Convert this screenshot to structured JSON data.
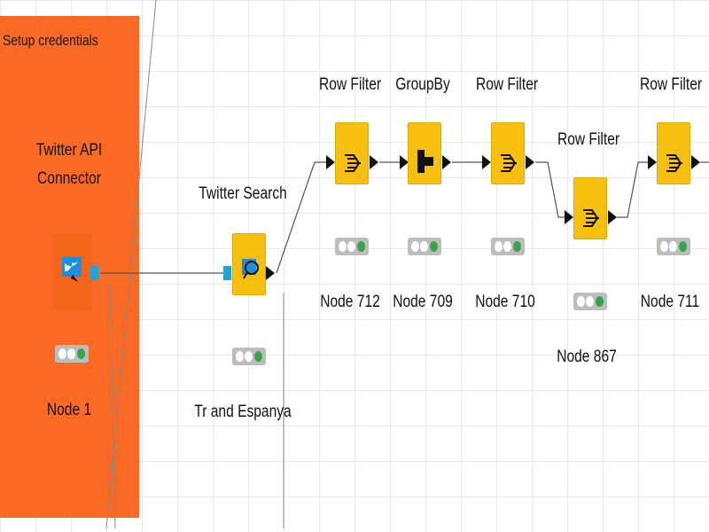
{
  "annotation": {
    "label": "Setup credentials",
    "color": "#fb6a24"
  },
  "nodes": [
    {
      "id": "twitter-api",
      "title": "Twitter API\nConnector",
      "label": "Node 1",
      "icon": "twitter-bird-icon",
      "status": "green"
    },
    {
      "id": "twitter-search",
      "title": "Twitter Search",
      "label": "Tr and Espanya",
      "icon": "twitter-search-icon",
      "status": "green"
    },
    {
      "id": "row-filter-712",
      "title": "Row Filter",
      "label": "Node 712",
      "icon": "row-filter-icon",
      "status": "green"
    },
    {
      "id": "groupby-709",
      "title": "GroupBy",
      "label": "Node 709",
      "icon": "groupby-icon",
      "status": "green"
    },
    {
      "id": "row-filter-710",
      "title": "Row Filter",
      "label": "Node 710",
      "icon": "row-filter-icon",
      "status": "green"
    },
    {
      "id": "row-filter-867",
      "title": "Row Filter",
      "label": "Node 867",
      "icon": "row-filter-icon",
      "status": "green"
    },
    {
      "id": "row-filter-711",
      "title": "Row Filter",
      "label": "Node 711",
      "icon": "row-filter-icon",
      "status": "green"
    }
  ],
  "colors": {
    "node": "#f7c011",
    "port_blue": "#20a4d6",
    "status_green": "#37a448"
  }
}
